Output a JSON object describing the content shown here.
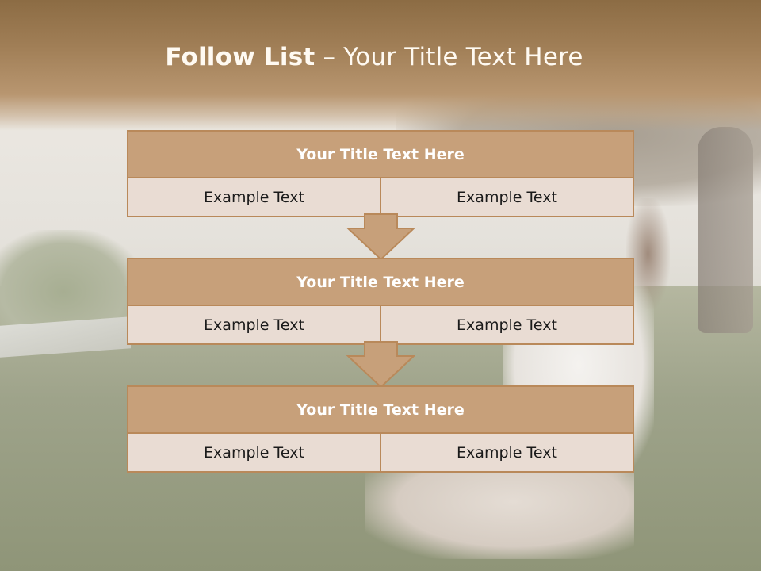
{
  "title": {
    "bold": "Follow List",
    "rest": "– Your Title Text Here"
  },
  "blocks": [
    {
      "title": "Your Title Text Here",
      "left": "Example Text",
      "right": "Example Text"
    },
    {
      "title": "Your Title Text Here",
      "left": "Example Text",
      "right": "Example Text"
    },
    {
      "title": "Your Title Text Here",
      "left": "Example Text",
      "right": "Example Text"
    }
  ],
  "colors": {
    "header": "#a07e56",
    "block_header": "#c7a07a",
    "block_body": "#e9dcd3",
    "border": "#b9895a"
  },
  "icons": [
    "down-arrow-icon"
  ]
}
